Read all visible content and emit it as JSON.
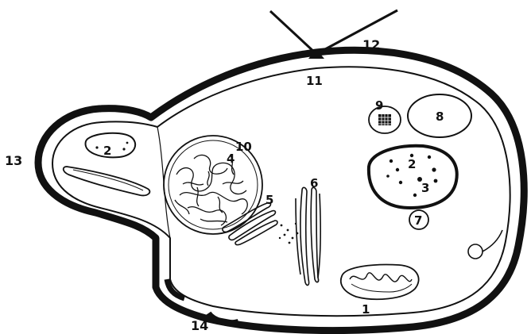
{
  "diagram": {
    "labels": {
      "l1": "1",
      "l2a": "2",
      "l2b": "2",
      "l3": "3",
      "l4": "4",
      "l5": "5",
      "l6": "6",
      "l7": "7",
      "l8": "8",
      "l9": "9",
      "l10": "10",
      "l11": "11",
      "l12": "12",
      "l13": "13",
      "l14": "14"
    },
    "colors": {
      "ink": "#111111",
      "background": "#ffffff"
    }
  }
}
